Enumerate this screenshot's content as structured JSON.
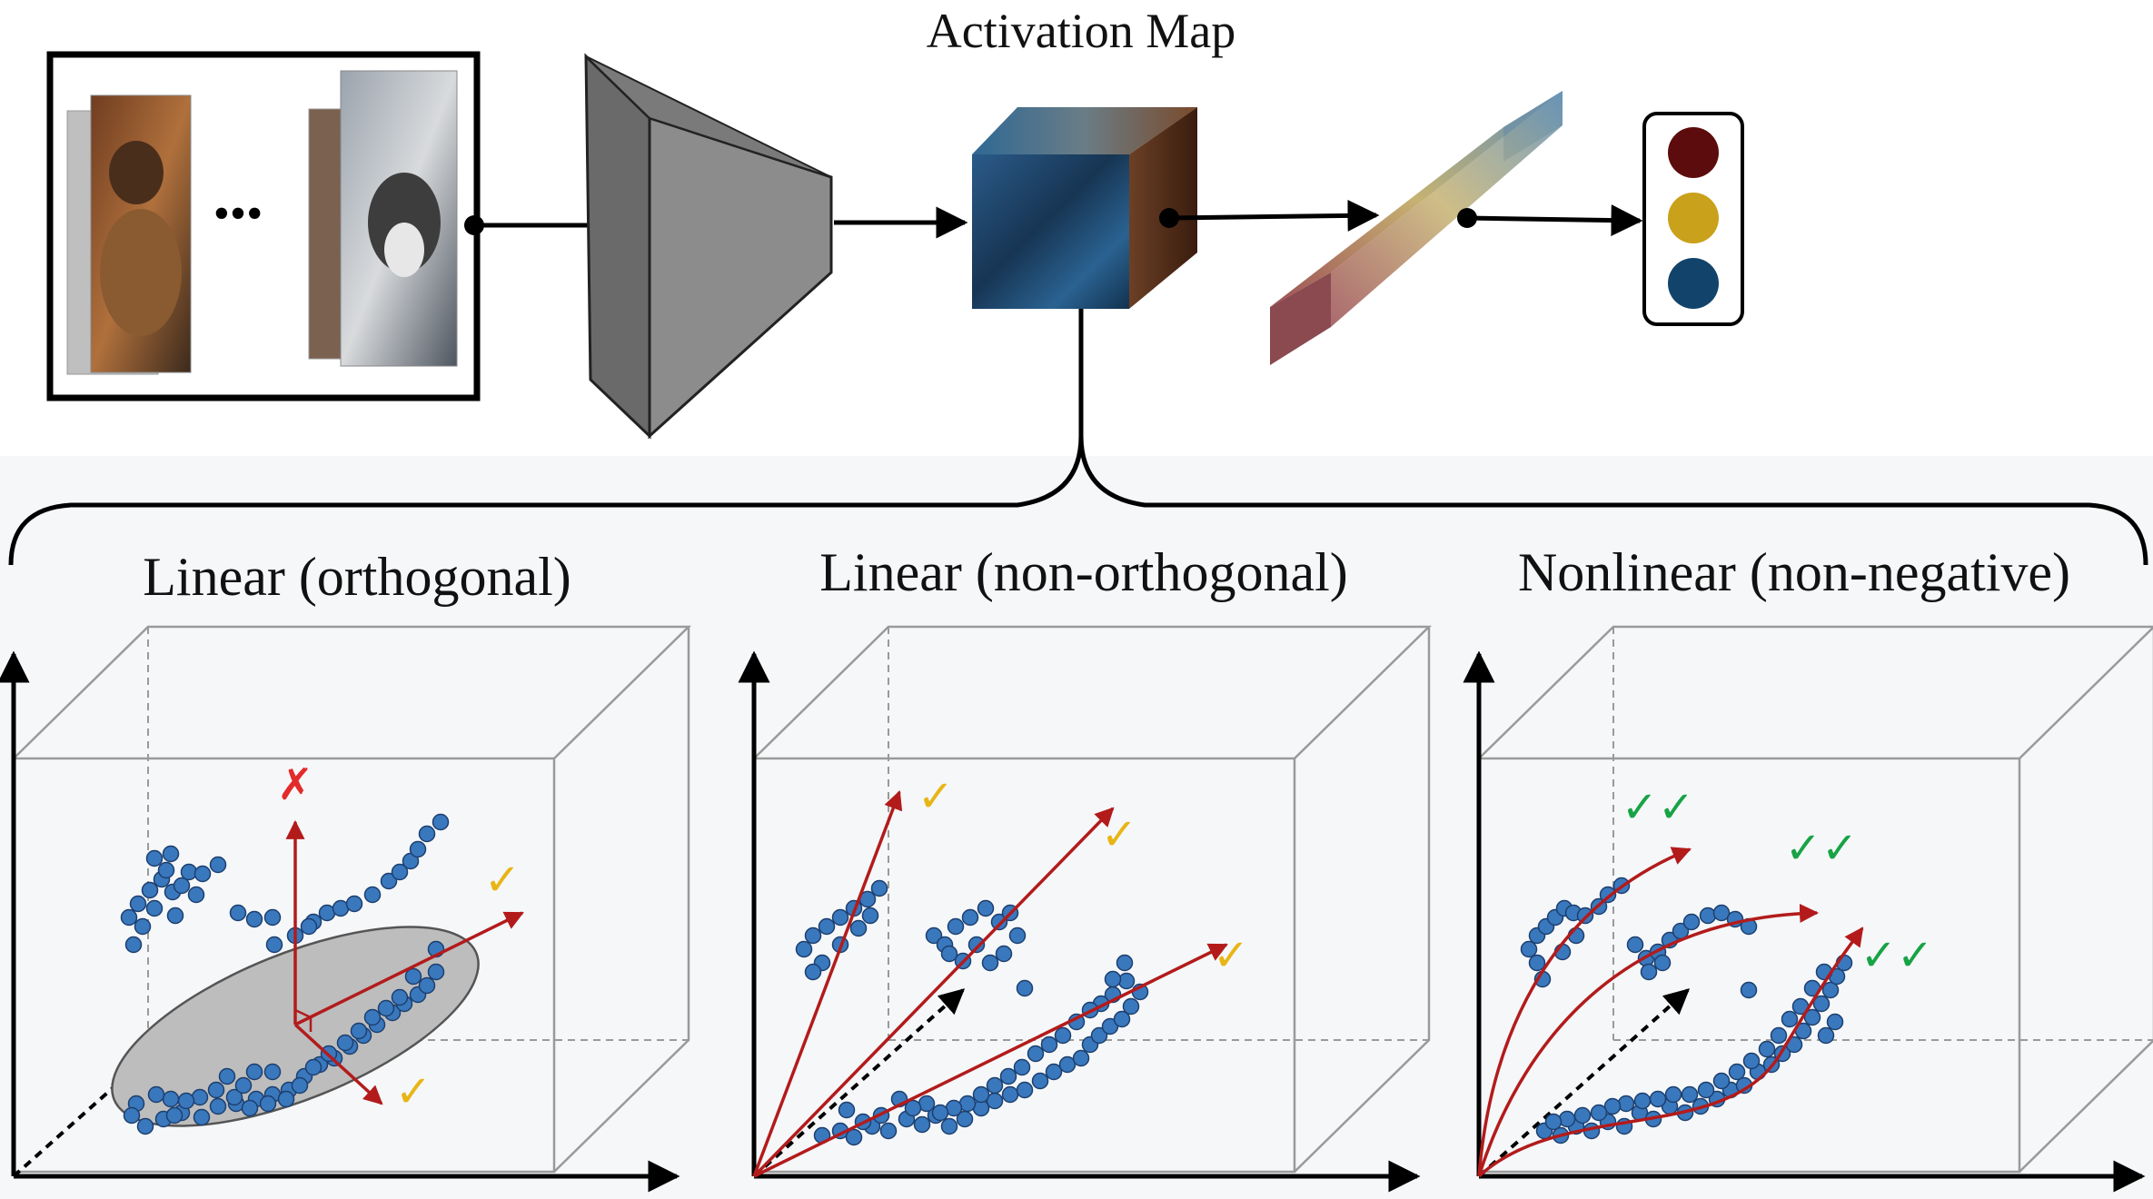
{
  "pipeline": {
    "activation_label": "Activation Map",
    "ellipsis": "•••",
    "output_nodes": [
      {
        "color": "#5c0c0c"
      },
      {
        "color": "#c9a11a"
      },
      {
        "color": "#12436b"
      }
    ]
  },
  "panels": [
    {
      "title": "Linear (orthogonal)",
      "marks": [
        {
          "symbol": "✗",
          "color": "#e32b2b"
        },
        {
          "symbol": "✓",
          "color": "#e8b514"
        },
        {
          "symbol": "✓",
          "color": "#e8b514"
        }
      ]
    },
    {
      "title": "Linear (non-orthogonal)",
      "marks": [
        {
          "symbol": "✓",
          "color": "#e8b514"
        },
        {
          "symbol": "✓",
          "color": "#e8b514"
        },
        {
          "symbol": "✓",
          "color": "#e8b514"
        }
      ]
    },
    {
      "title": "Nonlinear (non-negative)",
      "marks": [
        {
          "symbol": "✓✓",
          "color": "#18a345"
        },
        {
          "symbol": "✓✓",
          "color": "#18a345"
        },
        {
          "symbol": "✓✓",
          "color": "#18a345"
        }
      ]
    }
  ],
  "colors": {
    "point": "#3a78bd",
    "point_stroke": "#1d3f6e",
    "arrow": "#b31b1b",
    "panel_bg": "#f5f7f9"
  }
}
